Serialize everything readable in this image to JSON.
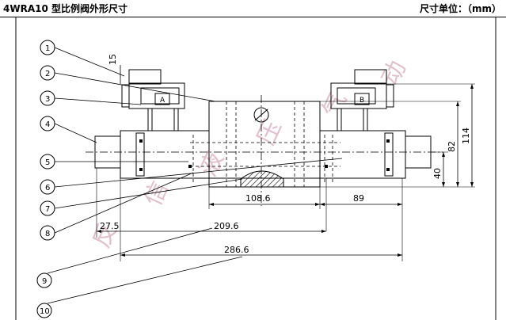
{
  "header": {
    "title": "4WRA10 型比例阀外形尺寸",
    "units": "尺寸单位：（mm）"
  },
  "callouts": [
    "1",
    "2",
    "3",
    "4",
    "5",
    "6",
    "7",
    "8",
    "9",
    "10"
  ],
  "dimensions": {
    "d15": "15",
    "d108_6": "108.6",
    "d89": "89",
    "d27_5": "27.5",
    "d209_6": "209.6",
    "d286_6": "286.6",
    "d40": "40",
    "d82": "82",
    "d114": "114"
  },
  "solenoids": {
    "left": "A",
    "right": "B"
  },
  "watermark": [
    "反",
    "信",
    "液",
    "压",
    "气",
    "动"
  ]
}
